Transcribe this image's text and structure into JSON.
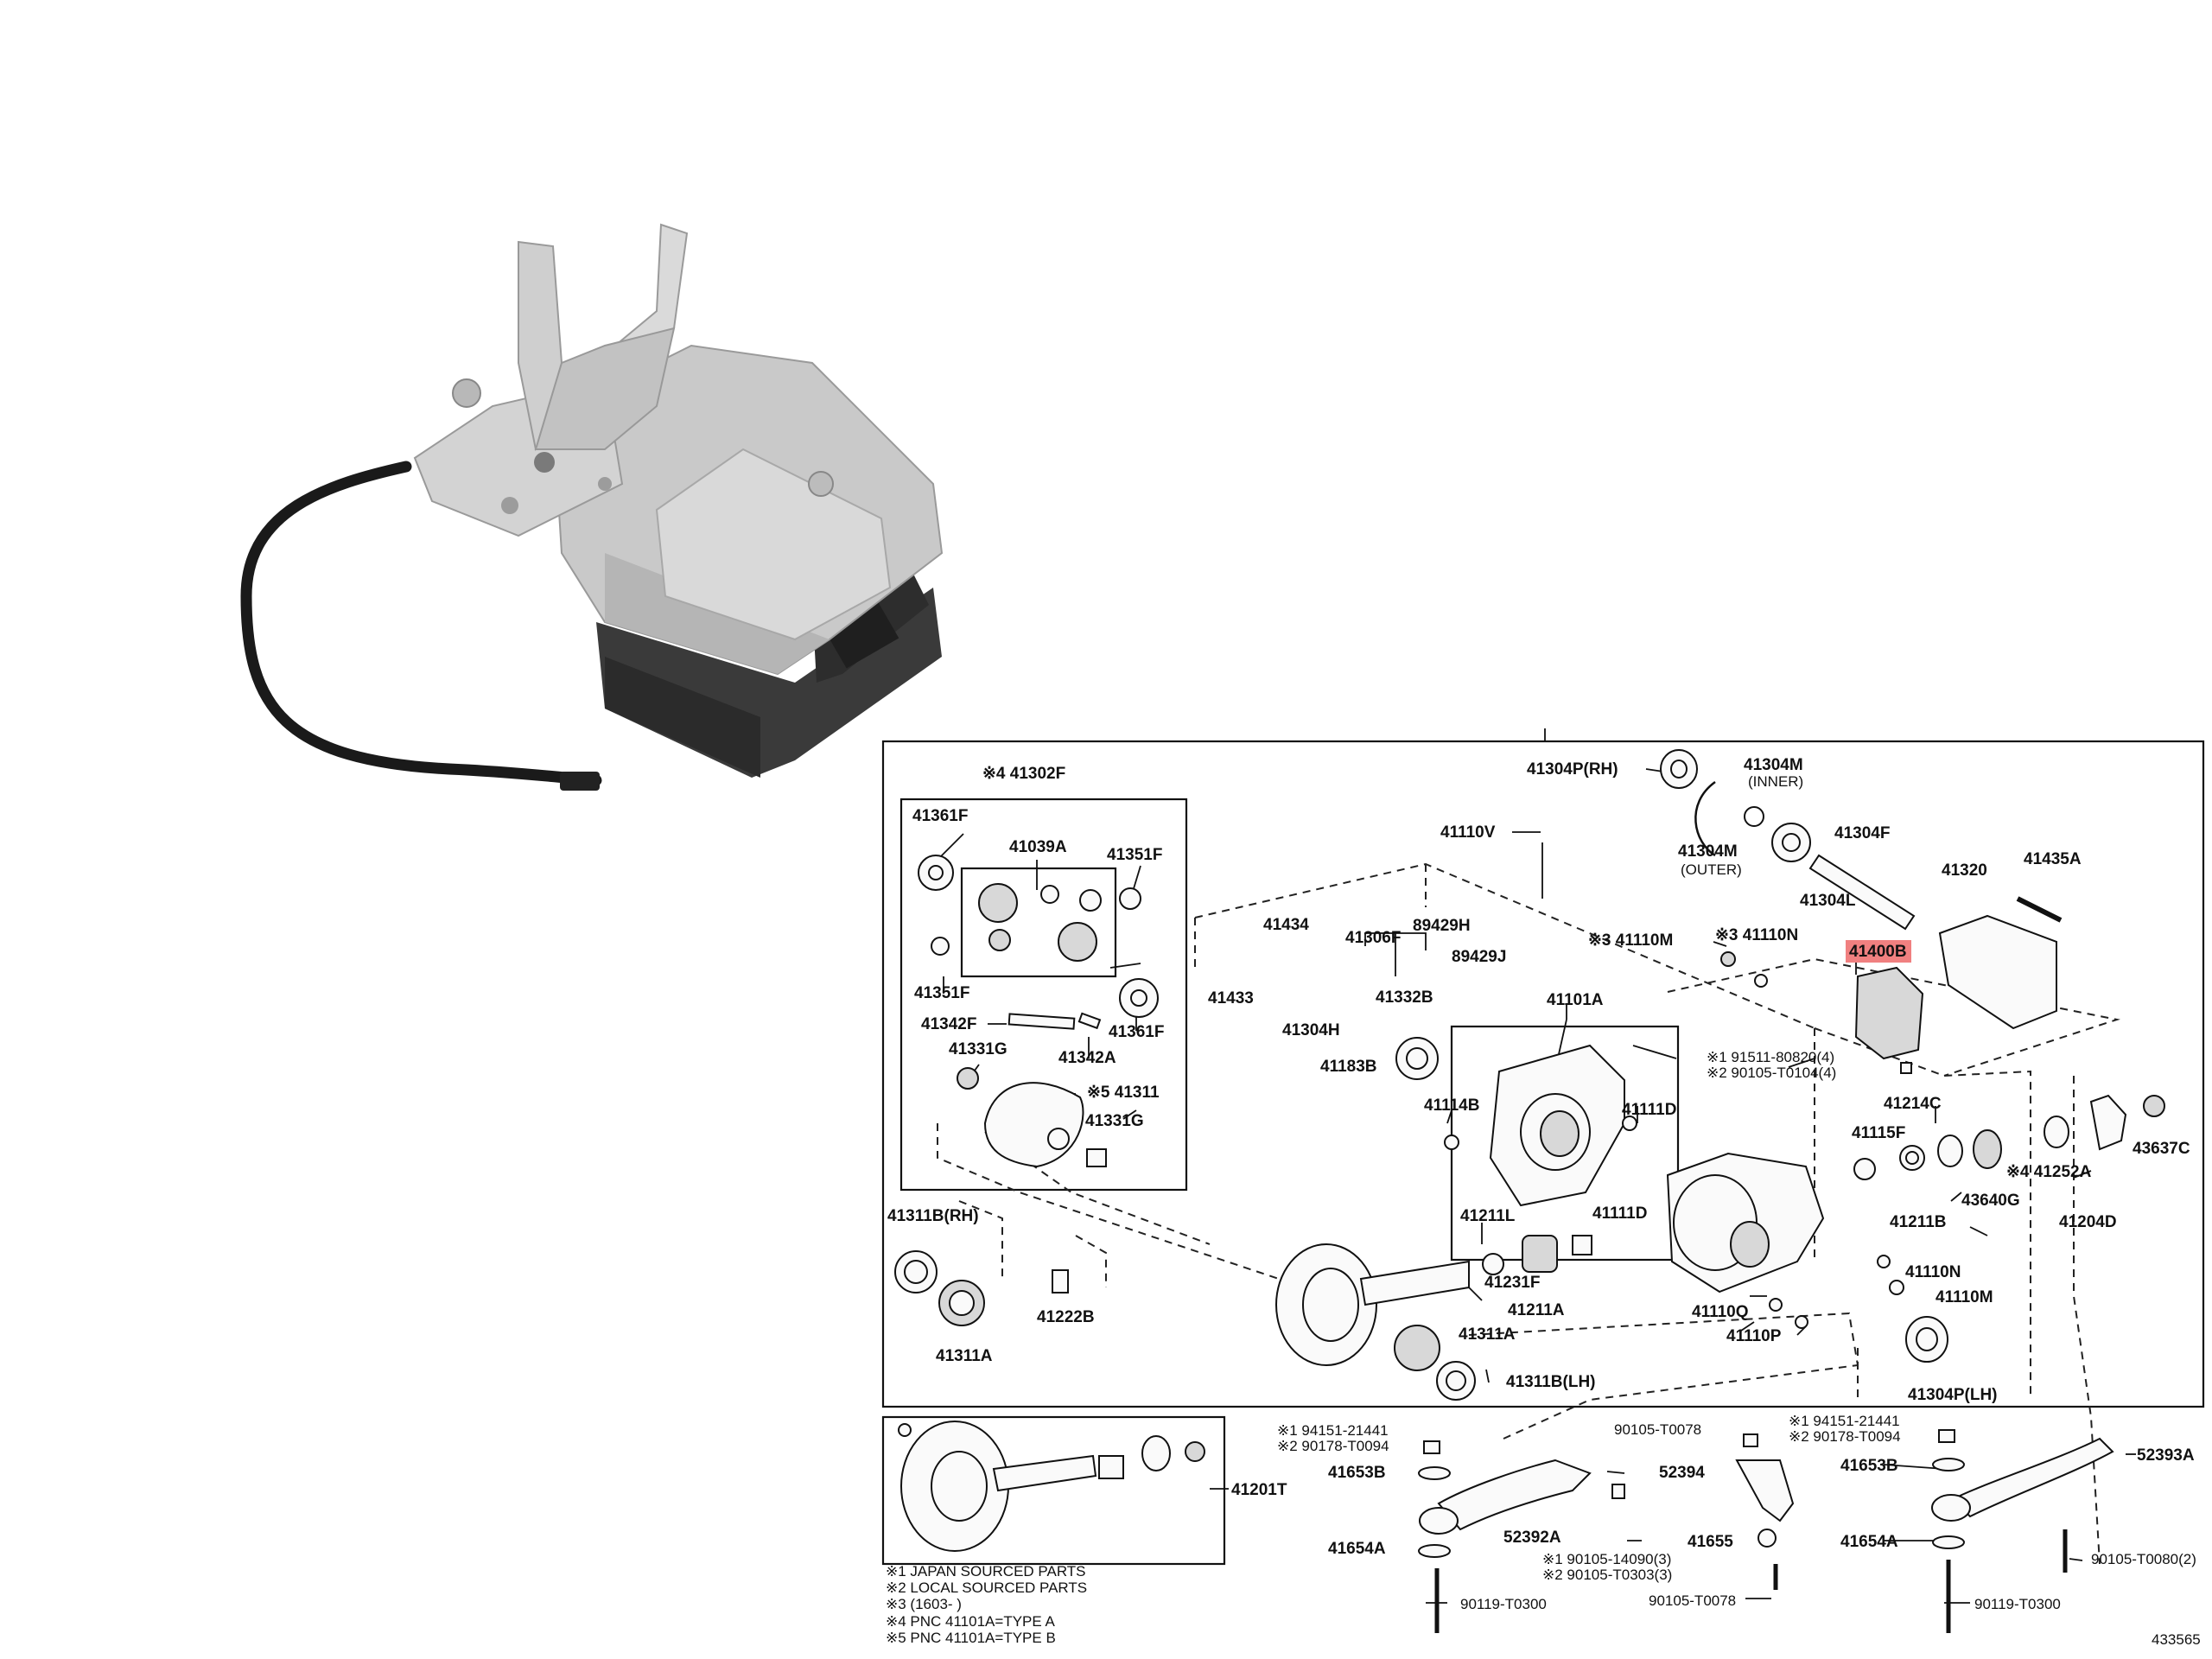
{
  "labels": {
    "l41304P_RH": "41304P(RH)",
    "l41304M_inner": "41304M",
    "l_inner": "(INNER)",
    "l41304M_outer": "41304M",
    "l_outer": "(OUTER)",
    "l41302F": "※4 41302F",
    "l41361F_a": "41361F",
    "l41039A": "41039A",
    "l41351F_a": "41351F",
    "l41351F_b": "41351F",
    "l41342F": "41342F",
    "l41361F_b": "41361F",
    "l41342A": "41342A",
    "l41331G_a": "41331G",
    "l41311": "※5 41311",
    "l41331G_b": "41331G",
    "l41110V": "41110V",
    "l41304F": "41304F",
    "l41304L": "41304L",
    "l41320": "41320",
    "l41435A": "41435A",
    "l41434": "41434",
    "l41433": "41433",
    "l41306F": "41306F",
    "l89429H": "89429H",
    "l89429J": "89429J",
    "l41332B": "41332B",
    "l41304H": "41304H",
    "l41110M_3": "※3 41110M",
    "l41110N_3": "※3 41110N",
    "l41400B": "41400B",
    "l41101A": "41101A",
    "l41183B": "41183B",
    "l91511": "※1 91511-80820(4)",
    "l90105_T0104": "※2 90105-T0104(4)",
    "l41114B": "41114B",
    "l41111D_a": "41111D",
    "l41214C": "41214C",
    "l41115F": "41115F",
    "l43637C": "43637C",
    "l41252A": "※4 41252A",
    "l43640G": "43640G",
    "l41211B": "41211B",
    "l41204D": "41204D",
    "l41311B_RH": "41311B(RH)",
    "l41211L": "41211L",
    "l41111D_b": "41111D",
    "l41231F": "41231F",
    "l41211A": "41211A",
    "l41110N": "41110N",
    "l41110M": "41110M",
    "l41222B": "41222B",
    "l41311A_a": "41311A",
    "l41311A_b": "41311A",
    "l41110Q": "41110Q",
    "l41110P": "41110P",
    "l41311B_LH": "41311B(LH)",
    "l41304P_LH": "41304P(LH)",
    "l94151_a": "※1 94151-21441",
    "l90178_a": "※2 90178-T0094",
    "l90105_T0078_a": "90105-T0078",
    "l94151_b": "※1 94151-21441",
    "l90178_b": "※2 90178-T0094",
    "l41201T": "41201T",
    "l41653B_a": "41653B",
    "l52394": "52394",
    "l41653B_b": "41653B",
    "l52393A": "52393A",
    "l52392A": "52392A",
    "l41655": "41655",
    "l41654A_a": "41654A",
    "l41654A_b": "41654A",
    "l90105_14090": "※1 90105-14090(3)",
    "l90105_T0303": "※2 90105-T0303(3)",
    "l90105_T0080": "90105-T0080(2)",
    "l90119_a": "90119-T0300",
    "l90105_T0078_b": "90105-T0078",
    "l90119_b": "90119-T0300",
    "diagram_id": "433565"
  },
  "notes": [
    "※1 JAPAN SOURCED PARTS",
    "※2 LOCAL SOURCED PARTS",
    "※3 (1603-        )",
    "※4 PNC 41101A=TYPE A",
    "※5 PNC 41101A=TYPE B"
  ],
  "highlight": {
    "part": "41400B",
    "color": "#f08080"
  }
}
